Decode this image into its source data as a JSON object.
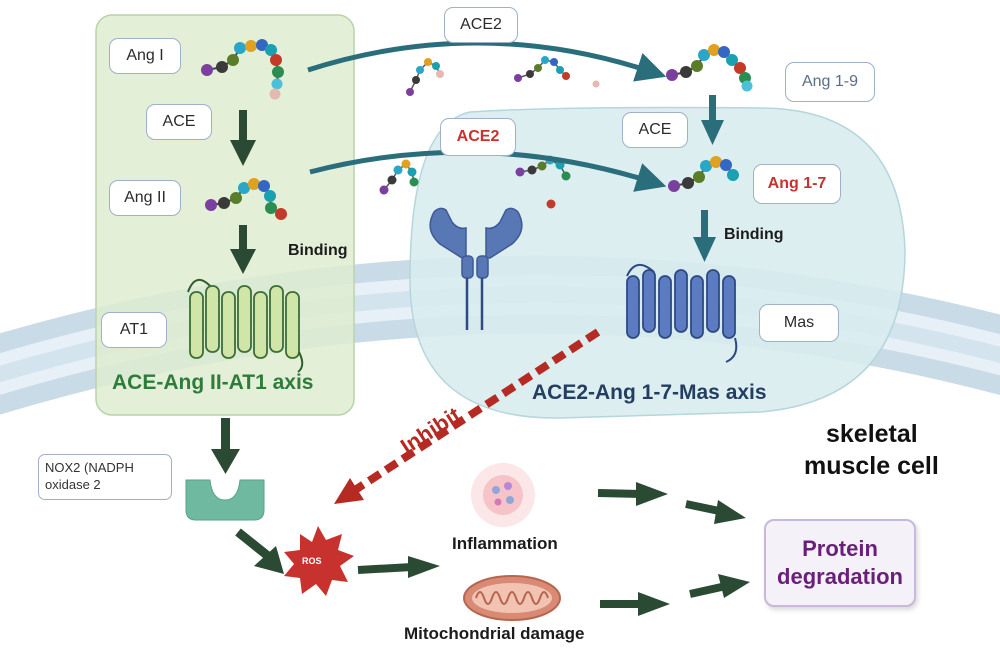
{
  "labels": {
    "ang1": "Ang I",
    "ace_left": "ACE",
    "ang2": "Ang II",
    "at1": "AT1",
    "ace2_top": "ACE2",
    "ace2_mid": "ACE2",
    "ace_right": "ACE",
    "ang19": "Ang 1-9",
    "ang17": "Ang 1-7",
    "mas": "Mas",
    "binding_left": "Binding",
    "binding_right": "Binding",
    "axis_left": "ACE-Ang II-AT1 axis",
    "axis_right": "ACE2-Ang 1-7-Mas axis",
    "inhibit": "Inhibit",
    "cell_line1": "skeletal",
    "cell_line2": "muscle cell",
    "nox2": "NOX2 (NADPH oxidase 2",
    "ros": "ROS",
    "inflammation": "Inflammation",
    "mito": "Mitochondrial damage",
    "protein_line1": "Protein",
    "protein_line2": "degradation"
  },
  "colors": {
    "green_panel": "#deecd0",
    "blue_panel": "#d8ecef",
    "membrane": "#c9dbe6",
    "teal_arrow": "#2a6e7c",
    "dark_green_arrow": "#2a4a33",
    "inhibit_red": "#b52a22",
    "ros_red": "#c8322e",
    "protein_text": "#6a1f7a",
    "nox_teal": "#6fb9a0",
    "receptor_blue": "#5877b5",
    "at1_green": "#cfe6a8"
  }
}
